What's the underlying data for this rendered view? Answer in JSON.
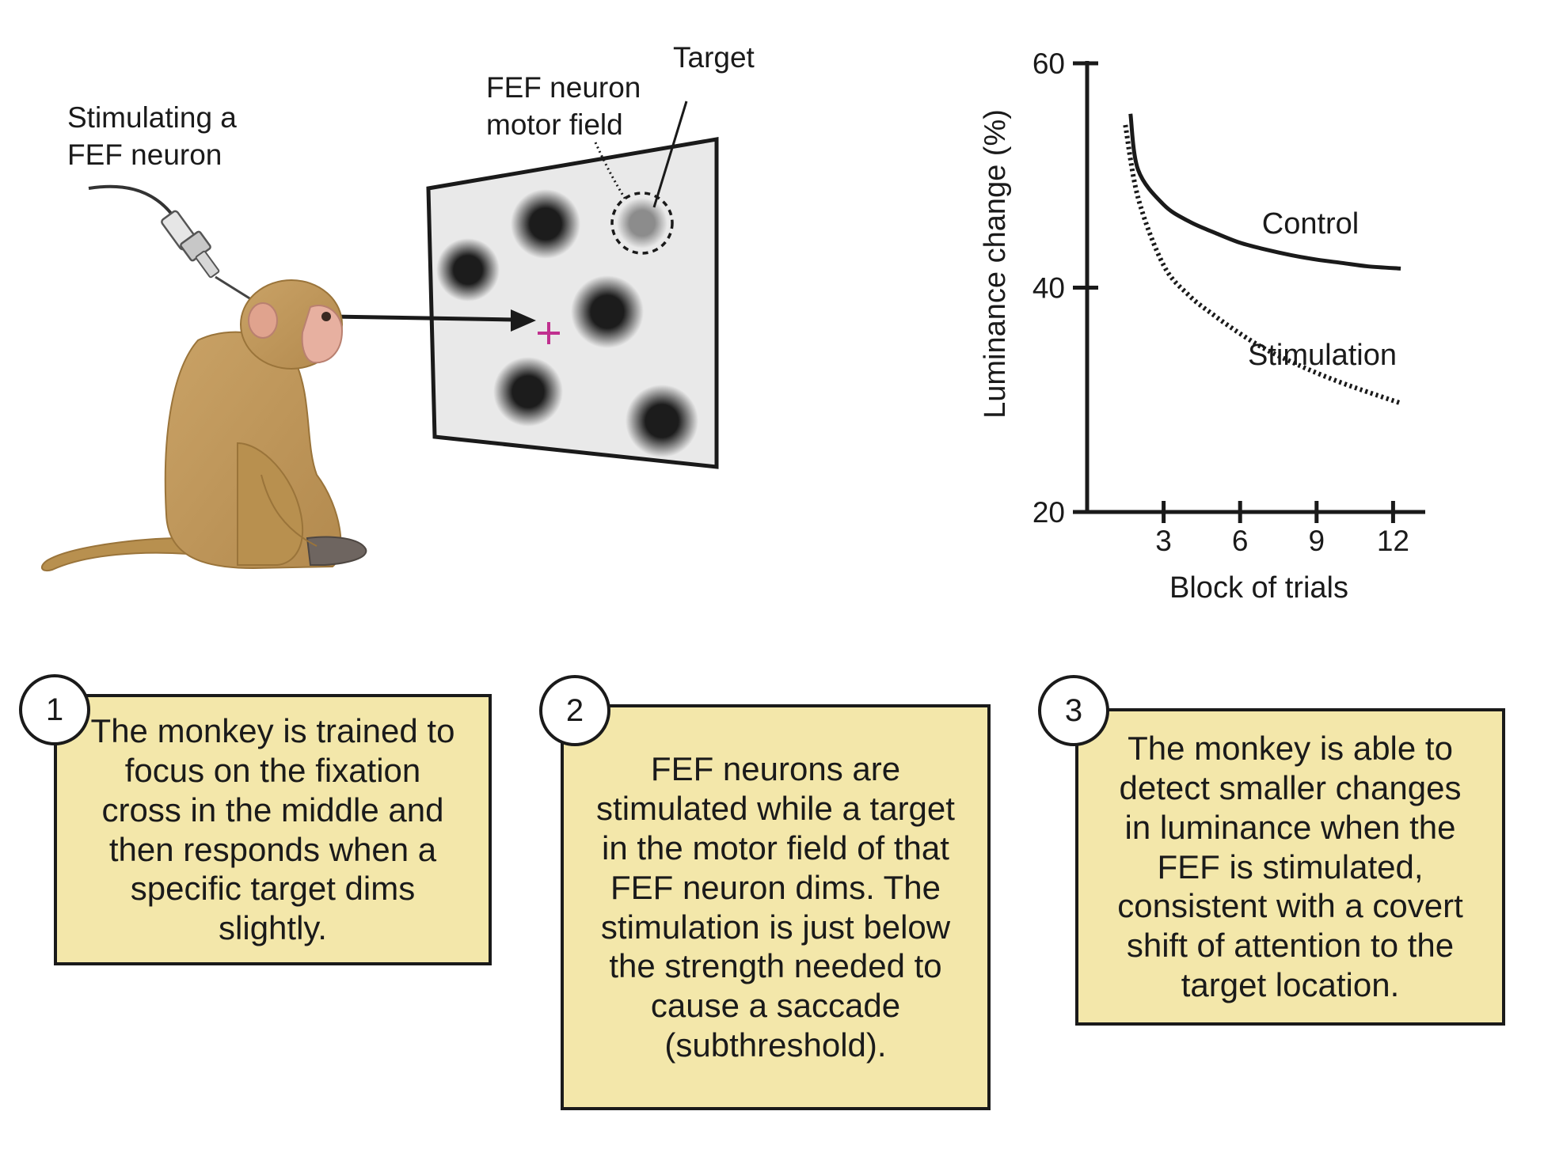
{
  "labels": {
    "stimulating": "Stimulating a\nFEF neuron",
    "motor_field": "FEF neuron\nmotor field",
    "target": "Target"
  },
  "screen_colors": {
    "panel": "#e9e9e9",
    "spot": "#1c1c1c",
    "target_spot": "#8c8c8c",
    "fixation": "#c0308f"
  },
  "chart_data": {
    "type": "line",
    "xlabel": "Block of trials",
    "ylabel": "Luminance change (%)",
    "x_ticks": [
      3,
      6,
      9,
      12
    ],
    "y_ticks": [
      20,
      40,
      60
    ],
    "ylim": [
      20,
      60
    ],
    "series": [
      {
        "name": "Control",
        "style": "solid",
        "x": [
          1.7,
          2,
          3,
          4,
          5,
          6,
          7,
          8,
          9,
          10,
          11,
          12.3
        ],
        "y": [
          55.5,
          50.5,
          47.4,
          45.9,
          44.9,
          44.0,
          43.4,
          42.9,
          42.5,
          42.2,
          41.9,
          41.7
        ]
      },
      {
        "name": "Stimulation",
        "style": "dotted",
        "x": [
          1.5,
          2,
          3,
          4,
          5,
          6,
          7,
          8,
          9,
          10,
          11,
          12.3
        ],
        "y": [
          54.5,
          48.0,
          42.0,
          39.3,
          37.5,
          35.9,
          34.5,
          33.4,
          32.4,
          31.5,
          30.7,
          29.7
        ]
      }
    ]
  },
  "steps": [
    {
      "number": "1",
      "text": "The monkey is trained to focus on the fixation cross in the middle and then responds when a specific target dims slightly."
    },
    {
      "number": "2",
      "text": "FEF neurons are stimulated while a target in the motor field of that FEF neuron dims. The stimulation is just below the strength needed to cause a saccade (subthreshold)."
    },
    {
      "number": "3",
      "text": "The monkey is able to detect smaller changes in luminance when the FEF is stimulated, consistent with a covert shift of attention to the target location."
    }
  ]
}
